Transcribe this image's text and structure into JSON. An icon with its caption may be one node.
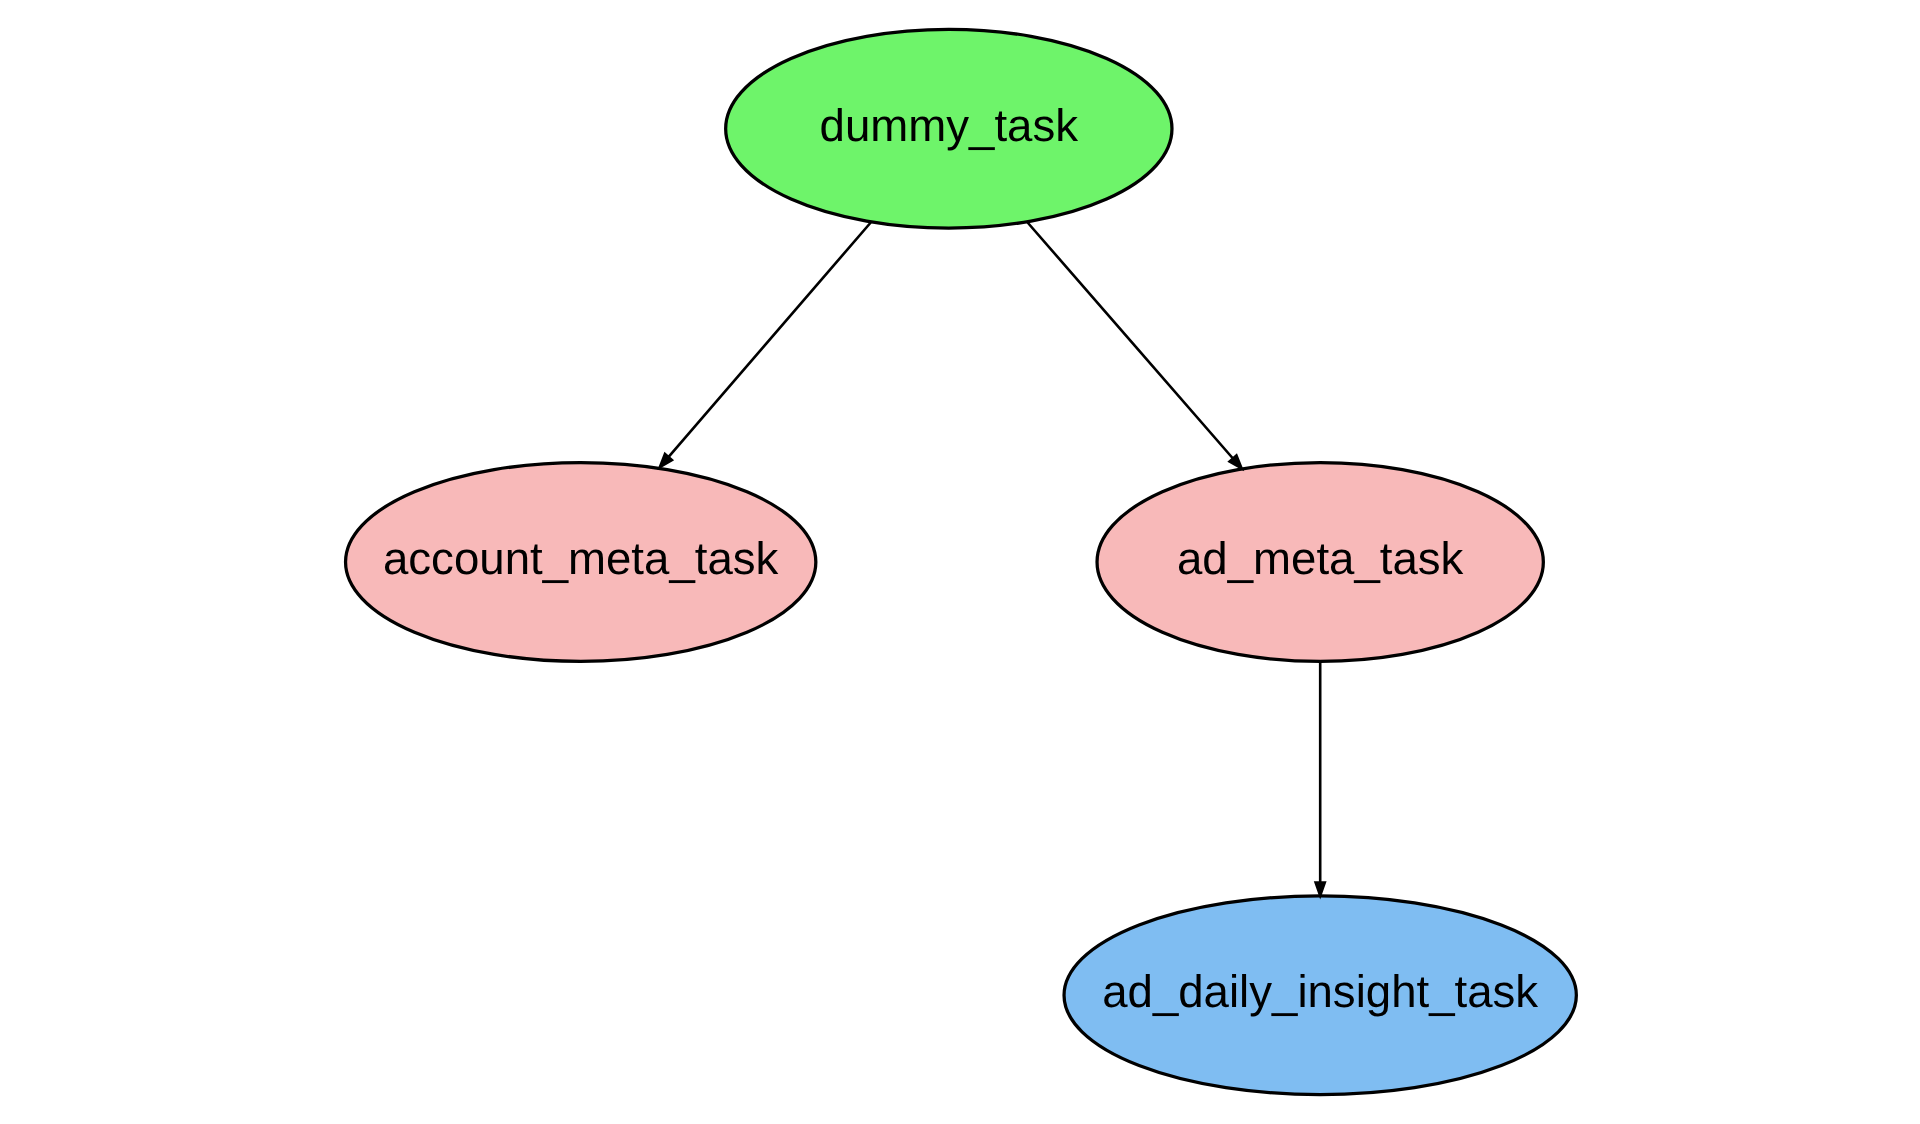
{
  "diagram": {
    "nodes": [
      {
        "text": [
          "dummy_task"
        ]
      },
      {
        "text": [
          "account_meta_task"
        ]
      },
      {
        "text": [
          "ad_meta_task"
        ]
      },
      {
        "text": [
          "ad_daily_insight_task"
        ]
      }
    ],
    "edges": [
      {
        "from": 0,
        "to": 1,
        "arrow": "to"
      },
      {
        "from": 0,
        "to": 2,
        "arrow": "to"
      },
      {
        "from": 2,
        "to": 3,
        "arrow": "to"
      }
    ]
  }
}
